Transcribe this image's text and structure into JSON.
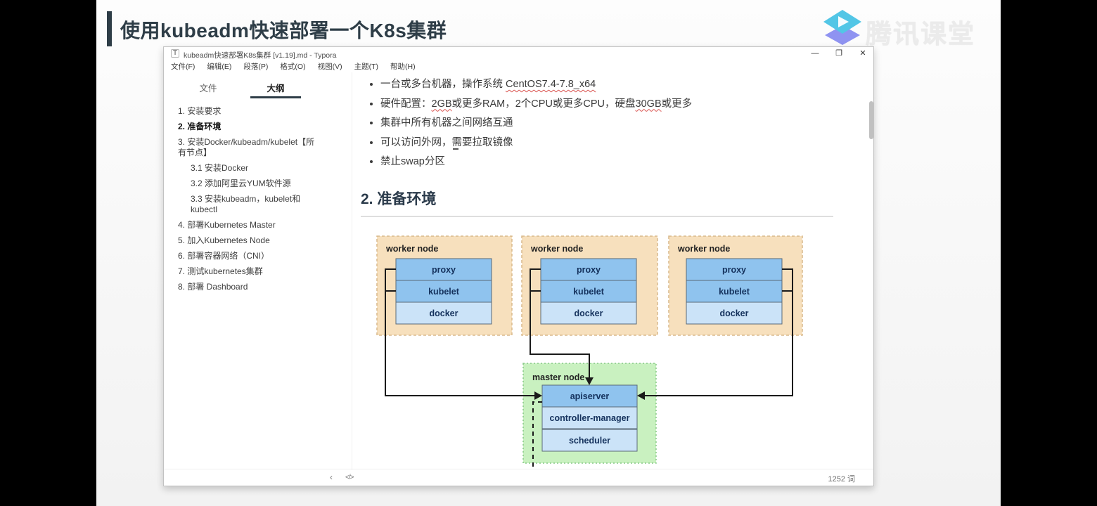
{
  "page": {
    "title": "使用kubeadm快速部署一个K8s集群",
    "watermark": "腾讯课堂"
  },
  "window": {
    "icon_letter": "T",
    "title": "kubeadm快速部署K8s集群 [v1.19].md - Typora",
    "controls": {
      "minimize": "—",
      "maximize": "❐",
      "close": "✕"
    },
    "menu": [
      "文件(F)",
      "编辑(E)",
      "段落(P)",
      "格式(O)",
      "视图(V)",
      "主题(T)",
      "帮助(H)"
    ],
    "sidebar": {
      "tabs": [
        {
          "label": "文件",
          "active": false
        },
        {
          "label": "大纲",
          "active": true
        }
      ],
      "outline": [
        {
          "label": "1. 安装要求",
          "level": 1,
          "active": false
        },
        {
          "label": "2. 准备环境",
          "level": 1,
          "active": true
        },
        {
          "label": "3. 安装Docker/kubeadm/kubelet【所有节点】",
          "level": 1,
          "active": false
        },
        {
          "label": "3.1 安装Docker",
          "level": 2,
          "active": false
        },
        {
          "label": "3.2 添加阿里云YUM软件源",
          "level": 2,
          "active": false
        },
        {
          "label": "3.3 安装kubeadm，kubelet和kubectl",
          "level": 2,
          "active": false
        },
        {
          "label": "4. 部署Kubernetes Master",
          "level": 1,
          "active": false
        },
        {
          "label": "5. 加入Kubernetes Node",
          "level": 1,
          "active": false
        },
        {
          "label": "6. 部署容器网络（CNI）",
          "level": 1,
          "active": false
        },
        {
          "label": "7. 测试kubernetes集群",
          "level": 1,
          "active": false
        },
        {
          "label": "8. 部署 Dashboard",
          "level": 1,
          "active": false
        }
      ]
    },
    "content": {
      "bullets": [
        {
          "segments": [
            {
              "text": "一台或多台机器，操作系统 "
            },
            {
              "text": "CentOS7.4-7.8_x64",
              "spellcheck": true
            }
          ]
        },
        {
          "segments": [
            {
              "text": "硬件配置："
            },
            {
              "text": "2GB",
              "spellcheck": true
            },
            {
              "text": "或更多RAM，2个CPU或更多CPU，硬盘"
            },
            {
              "text": "30GB",
              "spellcheck": true
            },
            {
              "text": "或更多"
            }
          ]
        },
        {
          "segments": [
            {
              "text": "集群中所有机器之间网络互通"
            }
          ]
        },
        {
          "segments": [
            {
              "text": "可以访问外网，需要拉取镜像"
            }
          ]
        },
        {
          "segments": [
            {
              "text": "禁止swap分区"
            }
          ]
        }
      ],
      "heading": "2. 准备环境",
      "diagram": {
        "workers": [
          {
            "title": "worker node",
            "components": [
              {
                "label": "proxy",
                "tone": "dark"
              },
              {
                "label": "kubelet",
                "tone": "dark"
              },
              {
                "label": "docker",
                "tone": "light"
              }
            ]
          },
          {
            "title": "worker node",
            "components": [
              {
                "label": "proxy",
                "tone": "dark"
              },
              {
                "label": "kubelet",
                "tone": "dark"
              },
              {
                "label": "docker",
                "tone": "light"
              }
            ]
          },
          {
            "title": "worker node",
            "components": [
              {
                "label": "proxy",
                "tone": "dark"
              },
              {
                "label": "kubelet",
                "tone": "dark"
              },
              {
                "label": "docker",
                "tone": "light"
              }
            ]
          }
        ],
        "master": {
          "title": "master node",
          "components": [
            {
              "label": "apiserver",
              "tone": "dark"
            },
            {
              "label": "controller-manager",
              "tone": "light"
            },
            {
              "label": "scheduler",
              "tone": "light"
            }
          ]
        },
        "colors": {
          "worker_bg": "#f7e0bd",
          "worker_border": "#d8b98c",
          "master_bg": "#c9f1c0",
          "master_border": "#85c885",
          "box_dark": "#8fc3ee",
          "box_light": "#cbe3f8",
          "box_border": "#5a6a78",
          "label": "#14315c",
          "node_title": "#222222",
          "arrow": "#1a1a1a"
        }
      }
    },
    "statusbar": {
      "back_icon": "‹",
      "code_icon": "</>",
      "word_count": "1252 词"
    }
  }
}
